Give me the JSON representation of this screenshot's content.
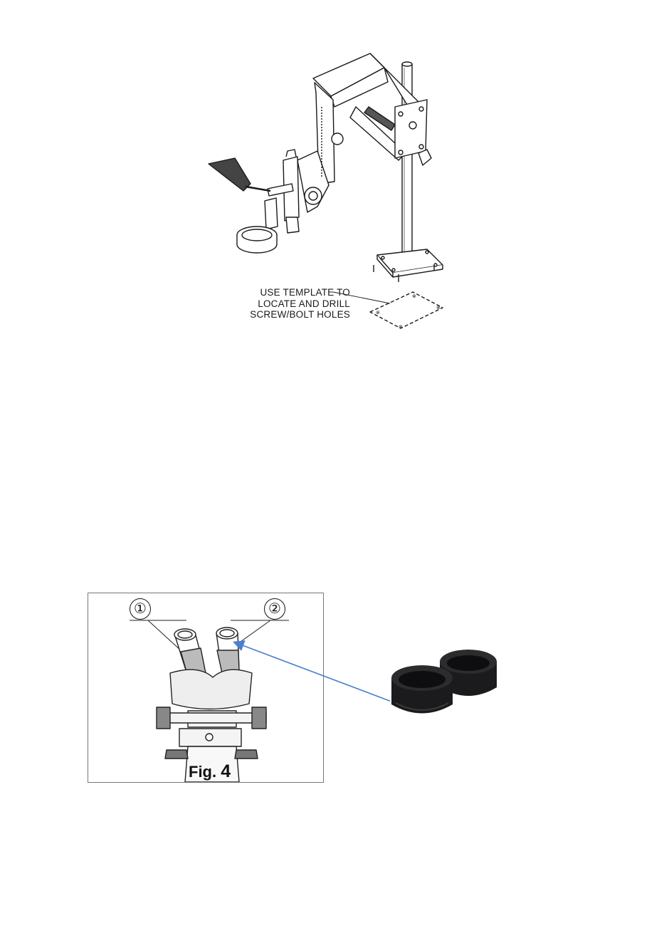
{
  "stand_figure": {
    "note_lines": [
      "USE TEMPLATE TO",
      "LOCATE AND DRILL",
      "SCREW/BOLT HOLES"
    ]
  },
  "fig4": {
    "caption_prefix": "Fig.",
    "caption_number": "4",
    "callouts": [
      "①",
      "②"
    ]
  },
  "colors": {
    "arrow": "#4a7fd0",
    "eyecup": "#1b1b1d"
  }
}
